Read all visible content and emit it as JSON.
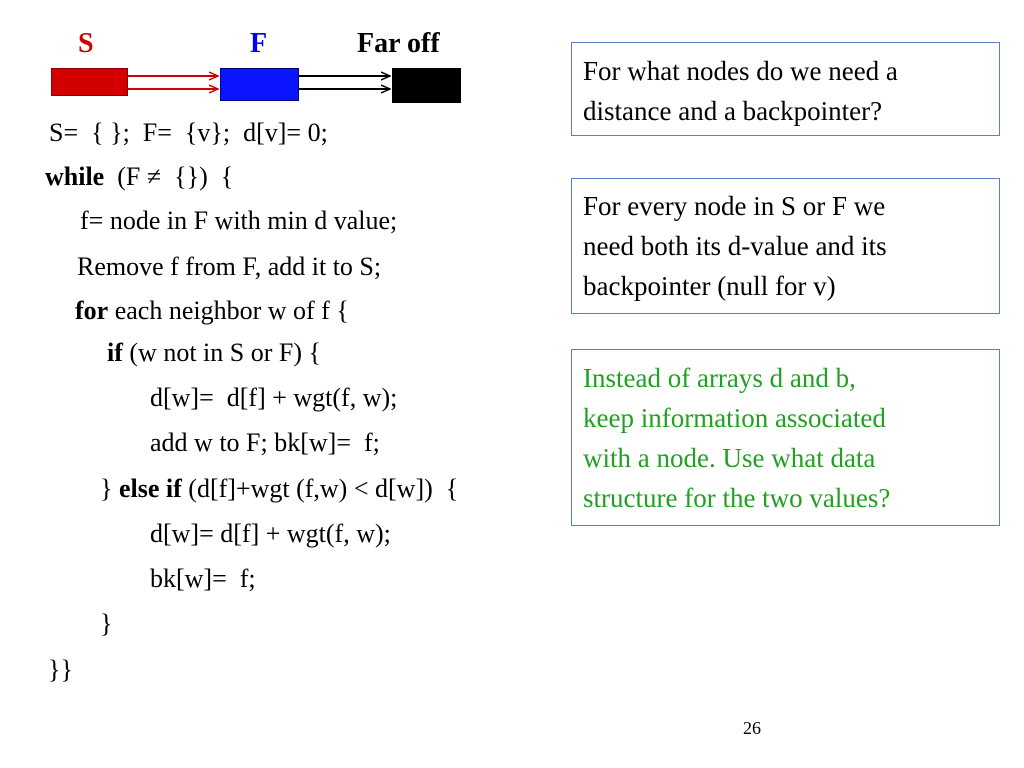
{
  "diagram": {
    "label_s": "S",
    "label_f": "F",
    "label_far": "Far off",
    "color_s": "#d40000",
    "color_f": "#0a14ff",
    "color_far": "#000000"
  },
  "code": {
    "line1": "S=  { };  F=  {v};  d[v]= 0;",
    "line2_kw": "while",
    "line2_rest": "  (F ≠  {})  {",
    "line3": "f= node in F with min d value;",
    "line4": "Remove f from F, add it to S;",
    "line5_kw": "for",
    "line5_rest": " each neighbor w of f {",
    "line6_kw": "if",
    "line6_rest": " (w not in S or F) {",
    "line7": "d[w]=  d[f] + wgt(f, w);",
    "line8": "add w to F; bk[w]=  f;",
    "line9_pre": "} ",
    "line9_kw": "else if",
    "line9_rest": " (d[f]+wgt (f,w) < d[w])  {",
    "line10": "d[w]= d[f] + wgt(f, w);",
    "line11": "bk[w]=  f;",
    "line12": "}",
    "line13": "}}"
  },
  "notes": {
    "note1": [
      "For what nodes do we need a",
      "distance and a backpointer?"
    ],
    "note2": [
      "For every node in S or F we",
      "need both its d-value and its",
      "backpointer (null for v)"
    ],
    "note3": [
      "Instead of arrays d and b,",
      "keep information associated",
      "with a node. Use what data",
      "structure for the two values?"
    ],
    "note3_color": "#22a022",
    "border_color": "#5b7fc7"
  },
  "page_number": "26"
}
